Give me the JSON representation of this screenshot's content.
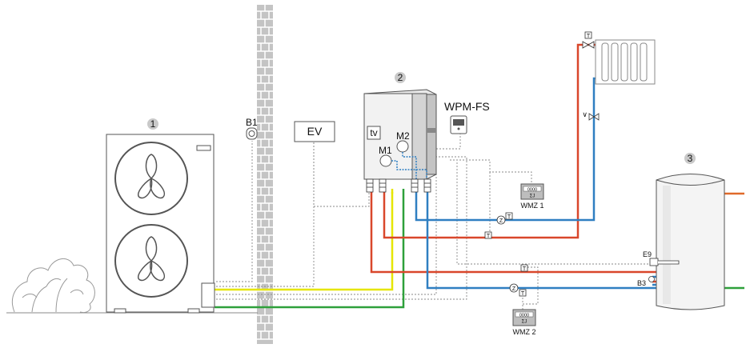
{
  "components": {
    "outdoor_unit": {
      "number": "1"
    },
    "indoor_unit": {
      "number": "2",
      "tv_label": "tv",
      "m1_label": "M1",
      "m2_label": "M2"
    },
    "storage_tank": {
      "number": "3",
      "e9_label": "E9",
      "b3_label": "B3"
    }
  },
  "sensors": {
    "b1_label": "B1"
  },
  "ev_box": {
    "label": "EV"
  },
  "controller": {
    "label": "WPM-FS"
  },
  "heat_meters": {
    "wmz1_label": "WMZ 1",
    "wmz2_label": "WMZ 2",
    "meter_reading": "0000",
    "meter_sub": "ΣJ"
  },
  "symbols": {
    "temp_sensor": "T",
    "pump": "Z",
    "valve": "∨"
  },
  "colors": {
    "supply": "#d9472b",
    "return": "#2f7fc1",
    "yellow_line": "#e6e600",
    "green_line": "#2ea03a",
    "wall": "#b9b9b9",
    "outline": "#555555",
    "badge": "#c9c9c9"
  }
}
